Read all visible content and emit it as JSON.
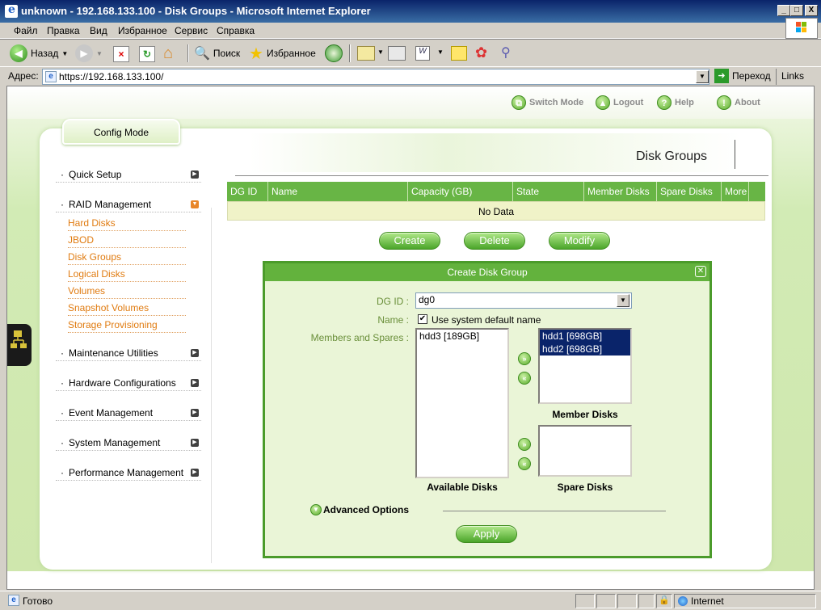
{
  "window": {
    "title": "unknown - 192.168.133.100 - Disk Groups - Microsoft Internet Explorer",
    "minimize": "_",
    "maximize": "□",
    "close": "X"
  },
  "menu": [
    "Файл",
    "Правка",
    "Вид",
    "Избранное",
    "Сервис",
    "Справка"
  ],
  "toolbar": {
    "back": "Назад",
    "search": "Поиск",
    "favorites": "Избранное"
  },
  "address": {
    "label": "Адрес:",
    "url": "https://192.168.133.100/",
    "go": "Переход",
    "links": "Links"
  },
  "top_links": {
    "switch_mode": "Switch Mode",
    "logout": "Logout",
    "help": "Help",
    "about": "About"
  },
  "config_tab": "Config Mode",
  "nav": {
    "quick_setup": "Quick Setup",
    "raid_management": "RAID Management",
    "raid_items": [
      "Hard Disks",
      "JBOD",
      "Disk Groups",
      "Logical Disks",
      "Volumes",
      "Snapshot Volumes",
      "Storage Provisioning"
    ],
    "maintenance": "Maintenance Utilities",
    "hardware": "Hardware Configurations",
    "event": "Event Management",
    "system": "System Management",
    "performance": "Performance Management"
  },
  "page_title": "Disk Groups",
  "table": {
    "headers": [
      "DG ID",
      "Name",
      "Capacity (GB)",
      "State",
      "Member Disks",
      "Spare Disks",
      "More"
    ],
    "empty": "No Data"
  },
  "actions": {
    "create": "Create",
    "delete": "Delete",
    "modify": "Modify"
  },
  "dialog": {
    "title": "Create Disk Group",
    "dg_id_label": "DG ID :",
    "dg_id_value": "dg0",
    "name_label": "Name :",
    "use_default_label": "Use system default name",
    "use_default_checked": true,
    "members_label": "Members and Spares :",
    "available_disks": [
      "hdd3 [189GB]"
    ],
    "member_disks": [
      "hdd1 [698GB]",
      "hdd2 [698GB]"
    ],
    "spare_disks": [],
    "available_caption": "Available Disks",
    "member_caption": "Member Disks",
    "spare_caption": "Spare Disks",
    "advanced": "Advanced Options",
    "apply": "Apply"
  },
  "status": {
    "text": "Готово",
    "zone": "Internet"
  }
}
